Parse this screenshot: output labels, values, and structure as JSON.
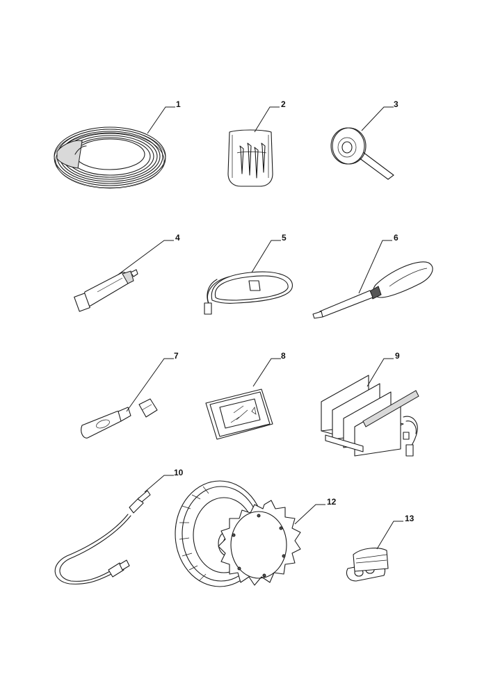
{
  "callouts": [
    "1",
    "2",
    "3",
    "4",
    "5",
    "6",
    "7",
    "8",
    "9",
    "10",
    "12",
    "13"
  ]
}
